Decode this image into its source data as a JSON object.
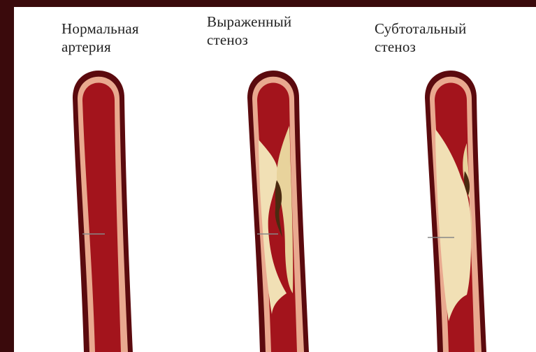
{
  "labels": {
    "normal": "Нормальная\nартерия",
    "marked": "Выраженный\nстеноз",
    "subtotal": "Субтотальный\nстеноз"
  },
  "colors": {
    "outer_wall": "#5b0a0e",
    "wall_highlight": "#e9a98f",
    "lumen": "#a3141c",
    "plaque": "#f1e0b5",
    "plaque_dark": "#4a2a10"
  }
}
